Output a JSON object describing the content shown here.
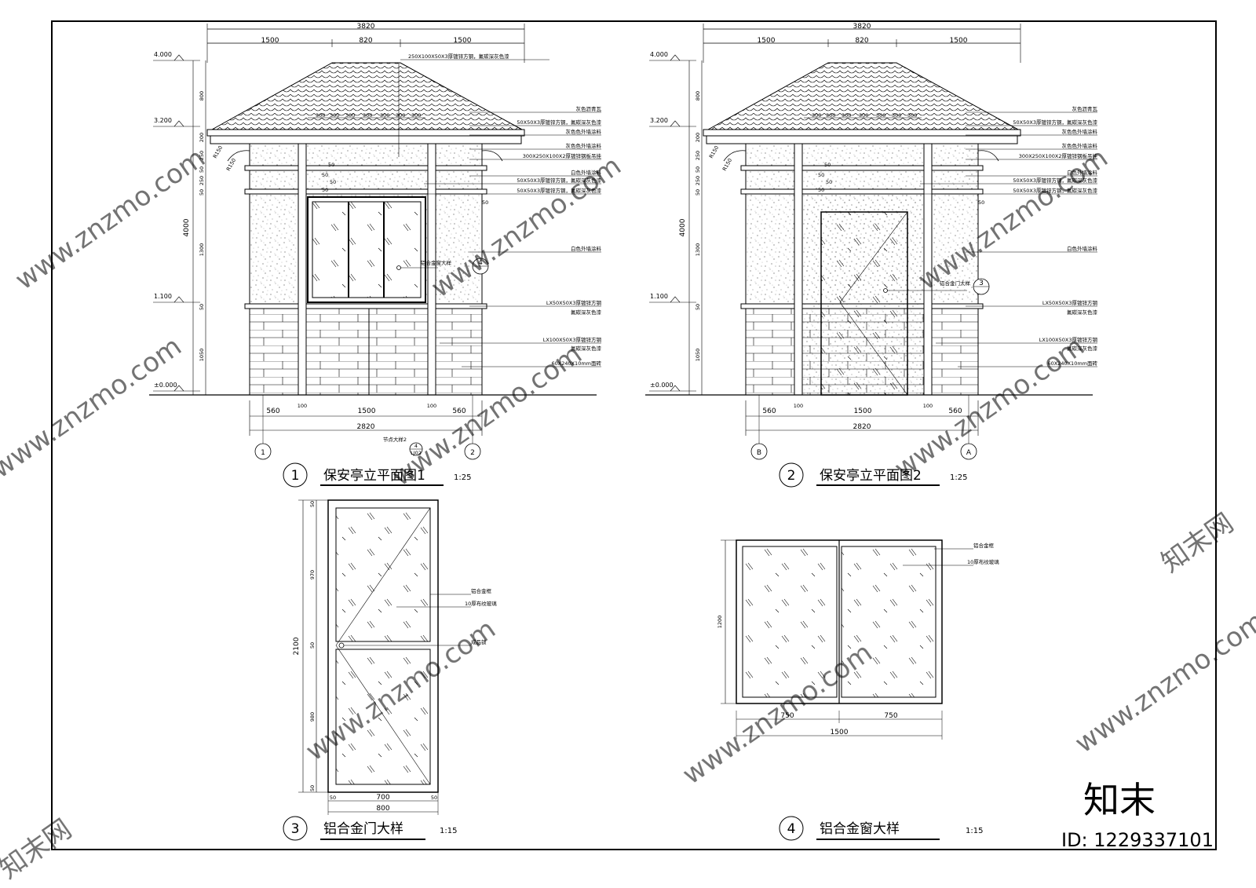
{
  "drawings": {
    "elev1": {
      "num": "1",
      "title": "保安亭立平面图1",
      "scale": "1:25",
      "top_total": "3820",
      "top_dims": [
        "1500",
        "820",
        "1500"
      ],
      "levels": [
        "4.000",
        "3.200",
        "1.100",
        "±0.000"
      ],
      "v_dims": [
        "4000",
        "800",
        "200",
        "250",
        "50",
        "250",
        "50",
        "1300",
        "50",
        "1050"
      ],
      "r_labels": [
        "R150",
        "R150"
      ],
      "inner_dims": [
        "300",
        "300",
        "300",
        "300",
        "300",
        "300",
        "300",
        "300"
      ],
      "small_dims": [
        "50",
        "50",
        "50",
        "50",
        "50"
      ],
      "bottom_dims": [
        "560",
        "100",
        "1500",
        "100",
        "560"
      ],
      "bottom_total": "2820",
      "axes": [
        "1",
        "2"
      ],
      "callout_text": "节点大样2",
      "callout_num": "4",
      "callout_sub": "LJ02",
      "detail_num": "4",
      "notes": {
        "top": "250X100X50X3厚镀锌方钢，氟碳深灰色漆",
        "n1": "灰色沥青瓦",
        "n2": "50X50X3厚镀锌方钢，氟碳深灰色漆",
        "n3": "灰色色外墙涂料",
        "n4": "灰色色外墙涂料",
        "n5": "300X250X100X2厚镀锌钢板吊挂",
        "n6": "白色外墙涂料",
        "n7": "50X50X3厚镀锌方钢，氟碳深灰色漆",
        "n8": "50X50X3厚镀锌方钢，氟碳深灰色漆",
        "n9": "白色外墙涂料",
        "n10": "铝合金窗大样",
        "n11a": "LX50X50X3厚镀锌方钢",
        "n11b": "氟碳深灰色漆",
        "n12a": "LX100X50X3厚镀锌方钢",
        "n12b": "氟碳深灰色漆",
        "n13": "60X240X10mm面砖"
      }
    },
    "elev2": {
      "num": "2",
      "title": "保安亭立平面图2",
      "scale": "1:25",
      "top_total": "3820",
      "top_dims": [
        "1500",
        "820",
        "1500"
      ],
      "levels": [
        "4.000",
        "3.200",
        "1.100",
        "±0.000"
      ],
      "v_dims": [
        "4000",
        "800",
        "200",
        "250",
        "50",
        "250",
        "50",
        "1300",
        "50",
        "1050"
      ],
      "r_labels": [
        "R150",
        "R150"
      ],
      "inner_dims": [
        "300",
        "300",
        "300",
        "300",
        "300",
        "300",
        "300",
        "300"
      ],
      "small_dims": [
        "50",
        "50",
        "50",
        "50",
        "50"
      ],
      "bottom_dims": [
        "560",
        "100",
        "1500",
        "100",
        "560"
      ],
      "bottom_total": "2820",
      "axes": [
        "B",
        "A"
      ],
      "detail_num": "3",
      "notes": {
        "n1": "灰色沥青瓦",
        "n2": "50X50X3厚镀锌方钢，氟碳深灰色漆",
        "n3": "灰色色外墙涂料",
        "n4": "灰色色外墙涂料",
        "n5": "300X250X100X2厚镀锌钢板吊挂",
        "n6": "白色外墙涂料",
        "n7": "50X50X3厚镀锌方钢，氟碳深灰色漆",
        "n8": "50X50X3厚镀锌方钢，氟碳深灰色漆",
        "n9": "白色外墙涂料",
        "n10": "铝合金门大样",
        "n11a": "LX50X50X3厚镀锌方钢",
        "n11b": "氟碳深灰色漆",
        "n12a": "LX100X50X3厚镀锌方钢",
        "n12b": "氟碳深灰色漆",
        "n13": "60X240X10mm面砖"
      }
    },
    "door": {
      "num": "3",
      "title": "铝合金门大样",
      "scale": "1:15",
      "v_total": "2100",
      "v_dims": [
        "50",
        "970",
        "50",
        "980",
        "50"
      ],
      "h_total": "800",
      "h_dims": [
        "50",
        "700",
        "50"
      ],
      "notes": {
        "n1": "铝合金框",
        "n2": "10厚布纹玻璃",
        "n3": "成品锁"
      }
    },
    "window": {
      "num": "4",
      "title": "铝合金窗大样",
      "scale": "1:15",
      "v_total": "1200",
      "h_dims": [
        "750",
        "750"
      ],
      "h_total": "1500",
      "notes": {
        "n1": "铝合金框",
        "n2": "10厚布纹玻璃"
      }
    }
  },
  "watermark": {
    "site": "www.znzmo.com",
    "brand": "知末网",
    "logo": "知末",
    "id": "ID: 1229337101"
  }
}
